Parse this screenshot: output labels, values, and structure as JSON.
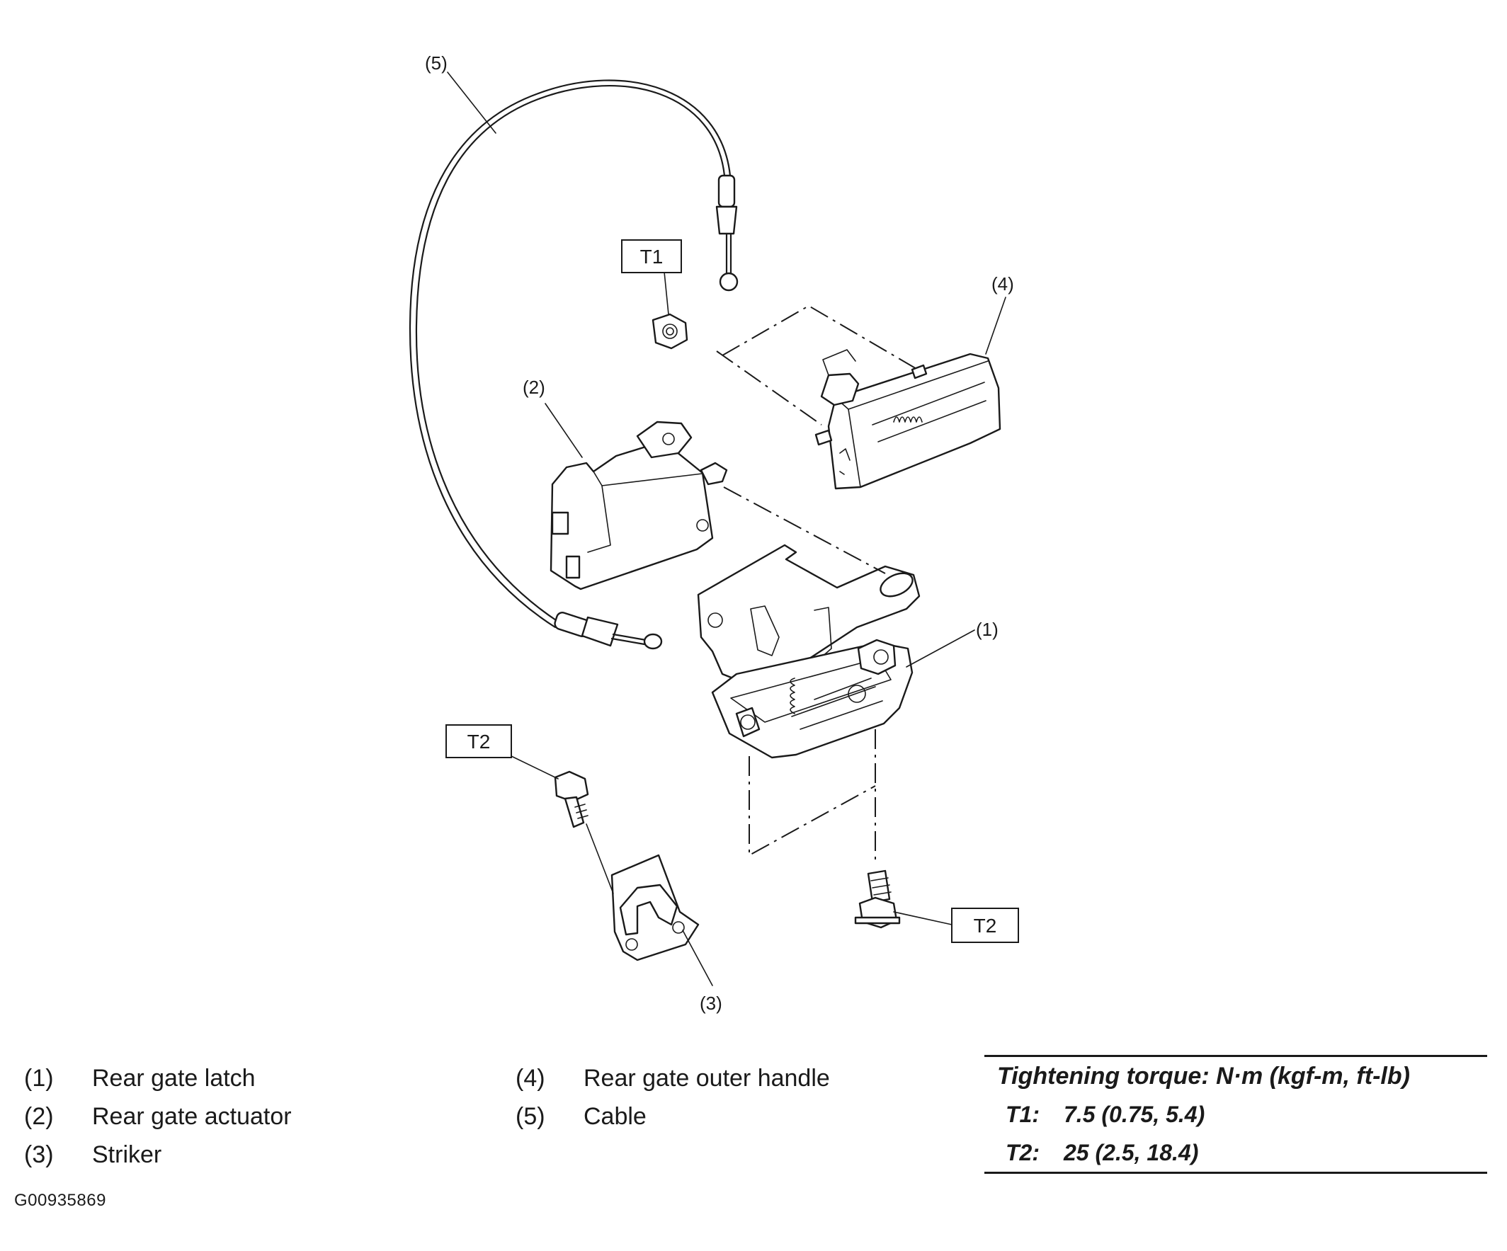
{
  "callouts": {
    "latch": "(1)",
    "actuator": "(2)",
    "striker": "(3)",
    "outer_handle": "(4)",
    "cable": "(5)"
  },
  "torque_tags": {
    "nut": "T1",
    "striker_bolt": "T2",
    "latch_bolt": "T2"
  },
  "legend": [
    {
      "num": "(1)",
      "label": "Rear gate latch"
    },
    {
      "num": "(2)",
      "label": "Rear gate actuator"
    },
    {
      "num": "(3)",
      "label": "Striker"
    },
    {
      "num": "(4)",
      "label": "Rear gate outer handle"
    },
    {
      "num": "(5)",
      "label": "Cable"
    }
  ],
  "torque_table": {
    "header": "Tightening torque: N·m (kgf-m, ft-lb)",
    "rows": [
      {
        "key": "T1:",
        "value": "7.5 (0.75, 5.4)"
      },
      {
        "key": "T2:",
        "value": "25 (2.5, 18.4)"
      }
    ]
  },
  "figure_id": "G00935869"
}
